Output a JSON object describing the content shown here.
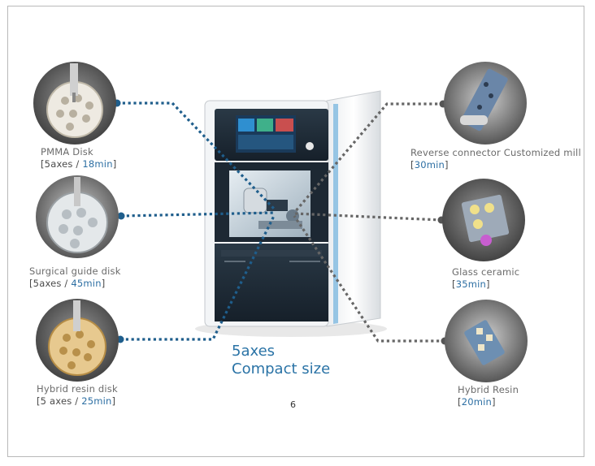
{
  "items": [
    {
      "name": "PMMA Disk",
      "detail_prefix": "[5axes / ",
      "time": "18min",
      "detail_suffix": "]"
    },
    {
      "name": "Surgical guide disk",
      "detail_prefix": "[5axes / ",
      "time": "45min",
      "detail_suffix": "]"
    },
    {
      "name": "Hybrid resin disk",
      "detail_prefix": "[5 axes / ",
      "time": "25min",
      "detail_suffix": "]"
    },
    {
      "name": "Reverse connector Customized mill",
      "detail_prefix": "[",
      "time": "30min",
      "detail_suffix": "]"
    },
    {
      "name": "Glass ceramic",
      "detail_prefix": "[",
      "time": "35min",
      "detail_suffix": "]"
    },
    {
      "name": "Hybrid Resin",
      "detail_prefix": "[",
      "time": "20min",
      "detail_suffix": "]"
    }
  ],
  "tagline": {
    "line1": "5axes",
    "line2": "Compact size"
  },
  "page_number": "6",
  "colors": {
    "accent_blue": "#2d6fa3",
    "left_dots": "#1f5e8c",
    "right_dots": "#666666",
    "frame": "#b9b9b9"
  }
}
